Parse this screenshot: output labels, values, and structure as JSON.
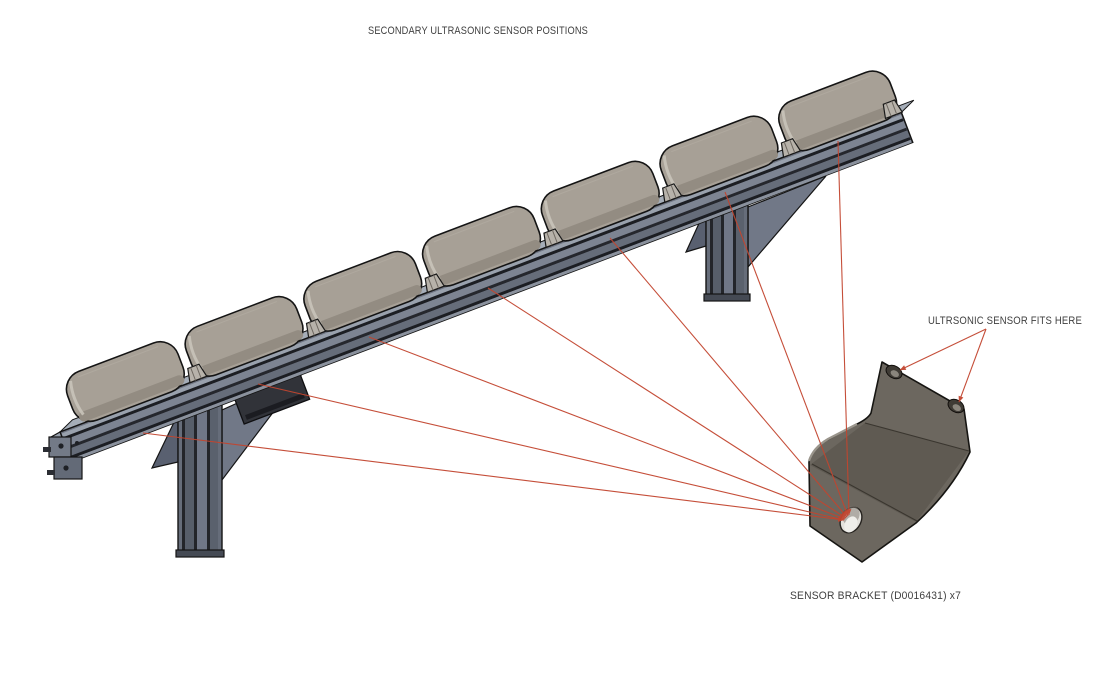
{
  "title": "SECONDARY ULTRASONIC SENSOR POSITIONS",
  "annotations": {
    "sensor_fits_label": "ULTRSONIC SENSOR FITS HERE",
    "bracket_label": "SENSOR BRACKET (D0016431) x7",
    "sensor_positions": 7
  },
  "colors": {
    "background": "#ffffff",
    "leader_red": "#c2452f",
    "pad_gray": "#a7a096",
    "pad_edge": "#938c82",
    "rail_blue_gray": "#6e7482",
    "rail_light": "#99a1ad",
    "leg_gray": "#666d7a",
    "gusset_gray": "#717887",
    "sensor_box_dark": "#313339",
    "bracket_gray": "#6c675f",
    "bracket_web": "#5d5850",
    "outline": "#141414",
    "text": "#3f3f3f"
  }
}
